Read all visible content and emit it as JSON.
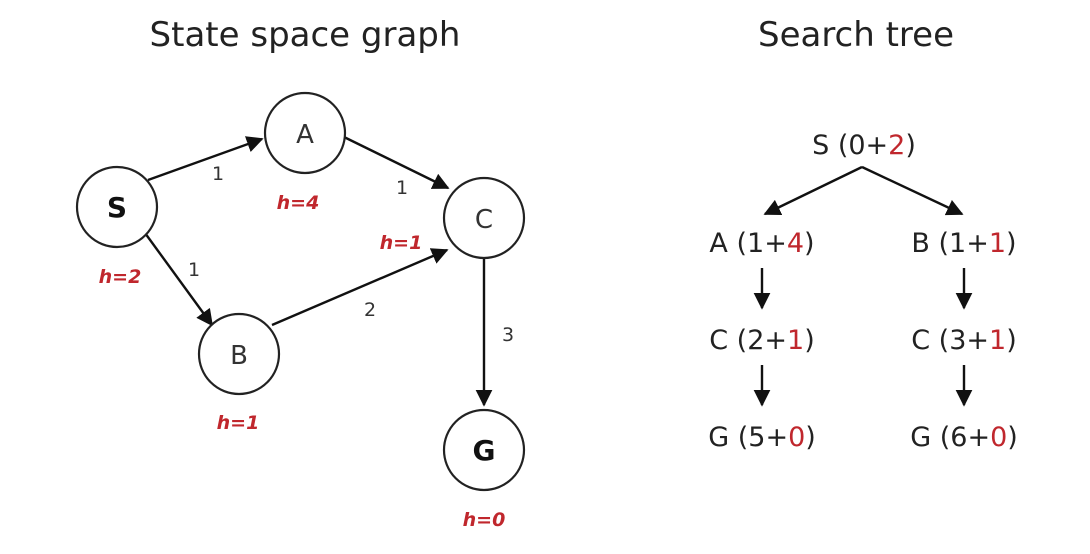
{
  "graph": {
    "title": "State space graph",
    "nodes": {
      "S": {
        "label": "S",
        "h": "h=2"
      },
      "A": {
        "label": "A",
        "h": "h=4"
      },
      "B": {
        "label": "B",
        "h": "h=1"
      },
      "C": {
        "label": "C",
        "h": "h=1"
      },
      "G": {
        "label": "G",
        "h": "h=0"
      }
    },
    "edges": [
      {
        "from": "S",
        "to": "A",
        "cost": "1"
      },
      {
        "from": "S",
        "to": "B",
        "cost": "1"
      },
      {
        "from": "A",
        "to": "C",
        "cost": "1"
      },
      {
        "from": "B",
        "to": "C",
        "cost": "2"
      },
      {
        "from": "C",
        "to": "G",
        "cost": "3"
      }
    ]
  },
  "tree": {
    "title": "Search tree",
    "nodes": {
      "root": {
        "name": "S",
        "g": "0",
        "h": "2"
      },
      "a": {
        "name": "A",
        "g": "1",
        "h": "4"
      },
      "b": {
        "name": "B",
        "g": "1",
        "h": "1"
      },
      "ac": {
        "name": "C",
        "g": "2",
        "h": "1"
      },
      "bc": {
        "name": "C",
        "g": "3",
        "h": "1"
      },
      "ag": {
        "name": "G",
        "g": "5",
        "h": "0"
      },
      "bg": {
        "name": "G",
        "g": "6",
        "h": "0"
      }
    },
    "sep_open": " (",
    "sep_plus": "+",
    "sep_close": ")"
  }
}
